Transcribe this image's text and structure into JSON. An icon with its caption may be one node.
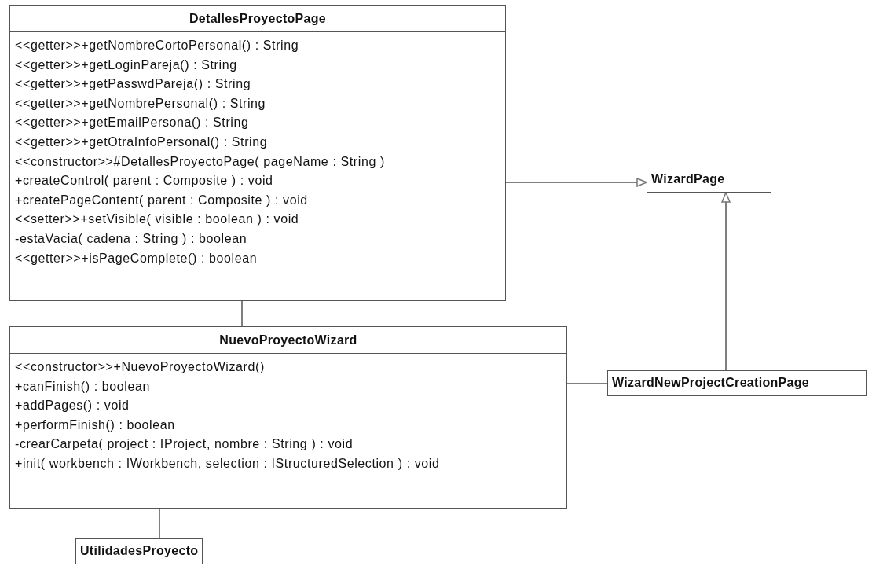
{
  "diagram": {
    "nodes": [
      {
        "text": [
          "DetallesProyectoPage",
          "<<getter>>+getNombreCortoPersonal() : String",
          "<<getter>>+getLoginPareja() : String",
          "<<getter>>+getPasswdPareja() : String",
          "<<getter>>+getNombrePersonal() : String",
          "<<getter>>+getEmailPersona() : String",
          "<<getter>>+getOtraInfoPersonal() : String",
          "<<constructor>>#DetallesProyectoPage( pageName : String )",
          "+createControl( parent : Composite ) : void",
          "+createPageContent( parent : Composite ) : void",
          "<<setter>>+setVisible( visible : boolean ) : void",
          "-estaVacia( cadena : String ) : boolean",
          "<<getter>>+isPageComplete() : boolean"
        ]
      },
      {
        "text": [
          "WizardPage"
        ]
      },
      {
        "text": [
          "NuevoProyectoWizard",
          "<<constructor>>+NuevoProyectoWizard()",
          "+canFinish() : boolean",
          "+addPages() : void",
          "+performFinish() : boolean",
          "-crearCarpeta( project : IProject, nombre : String ) : void",
          "+init( workbench : IWorkbench, selection : IStructuredSelection ) : void"
        ]
      },
      {
        "text": [
          "WizardNewProjectCreationPage"
        ]
      },
      {
        "text": [
          "UtilidadesProyecto"
        ]
      }
    ],
    "edges": [
      {
        "from": 0,
        "to": 1,
        "arrow": "to"
      },
      {
        "from": 3,
        "to": 1,
        "arrow": "to"
      },
      {
        "from": 0,
        "to": 2,
        "arrow": "none"
      },
      {
        "from": 2,
        "to": 3,
        "arrow": "none"
      },
      {
        "from": 2,
        "to": 4,
        "arrow": "none"
      }
    ]
  }
}
